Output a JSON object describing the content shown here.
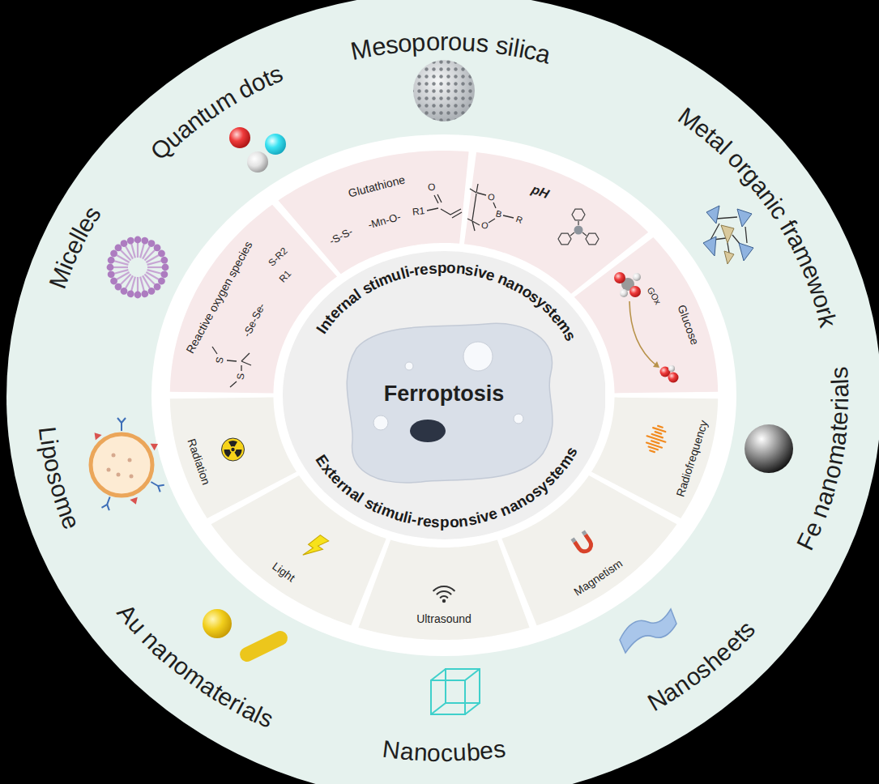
{
  "diagram": {
    "nodes": [
      {
        "text": [
          "Internal stimuli-responsive nanosystems",
          "Ferroptosis",
          "External stimuli-responsive nanosystems"
        ]
      },
      {
        "text": [
          "Reactive oxygen species",
          "S-R2",
          "R1",
          "-Se-Se-",
          "S",
          "S"
        ]
      },
      {
        "text": [
          "Glutathione",
          "-S-S-",
          "-Mn-O-",
          "O",
          "R1"
        ]
      },
      {
        "text": [
          "pH",
          "O",
          "B",
          "O",
          "R"
        ]
      },
      {
        "text": [
          "Glucose",
          "GOx"
        ]
      },
      {
        "text": [
          "Radiation"
        ]
      },
      {
        "text": [
          "Light"
        ]
      },
      {
        "text": [
          "Ultrasound"
        ]
      },
      {
        "text": [
          "Magnetism"
        ]
      },
      {
        "text": [
          "Radiofrequency"
        ]
      }
    ],
    "labels": [
      "Mesoporous silica",
      "Metal organic framework",
      "Fe nanomaterials",
      "Nanosheets",
      "Nanocubes",
      "Au nanomaterials",
      "Liposome",
      "Micelles",
      "Quantum dots"
    ]
  }
}
